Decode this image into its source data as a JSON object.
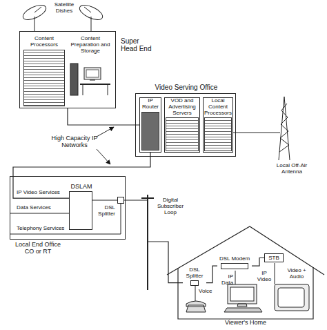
{
  "diagram": {
    "nodes": [
      {
        "text": [
          "Super Head End"
        ]
      },
      {
        "text": [
          "Content Processors"
        ],
        "in": 0
      },
      {
        "text": [
          "Content Preparation and Storage"
        ],
        "in": 0
      },
      {
        "text": [
          "Video Serving Office"
        ]
      },
      {
        "text": [
          "IP Router"
        ],
        "in": 3
      },
      {
        "text": [
          "VOD and Advertising Servers"
        ],
        "in": 3
      },
      {
        "text": [
          "Local Content Processors"
        ],
        "in": 3
      },
      {
        "text": [
          "Local End Office CO or RT"
        ]
      },
      {
        "text": [
          "DSLAM"
        ],
        "in": 7
      },
      {
        "text": [
          "DSL Splitter"
        ],
        "in": 7
      },
      {
        "text": [
          "Viewer's Home"
        ]
      },
      {
        "text": [
          "DSL Splitter"
        ],
        "in": 10
      },
      {
        "text": [
          "DSL Modem"
        ],
        "in": 10
      },
      {
        "text": [
          "STB"
        ],
        "in": 10
      }
    ],
    "edges": [
      {
        "from": 0,
        "to": 4,
        "arrow": "none"
      },
      {
        "from": 4,
        "to": 8,
        "arrow": "none"
      },
      {
        "from": 8,
        "to": 9,
        "arrow": "none"
      },
      {
        "from": 9,
        "to": 11,
        "arrow": "none"
      },
      {
        "from": 11,
        "to": 12,
        "arrow": "none"
      },
      {
        "from": 12,
        "to": 13,
        "arrow": "none"
      }
    ],
    "labels": [
      "Satellite Dishes",
      "High Capacity IP Networks",
      "Local Off-Air Antenna",
      "IP Video Services",
      "Data Services",
      "Telephony Services",
      "Digital Subscriber Loop",
      "Voice",
      "IP Video",
      "IP Data",
      "Video + Audio"
    ]
  }
}
